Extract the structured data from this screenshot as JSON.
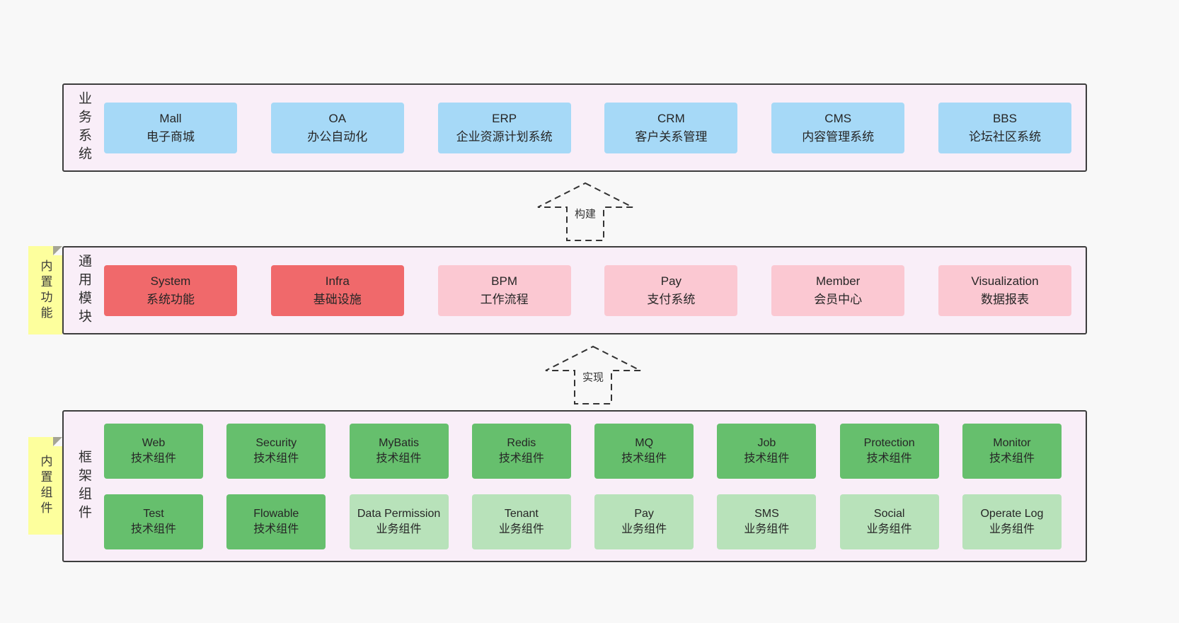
{
  "layers": {
    "business": {
      "label": "业务系统",
      "boxes": [
        {
          "title": "Mall",
          "subtitle": "电子商城"
        },
        {
          "title": "OA",
          "subtitle": "办公自动化"
        },
        {
          "title": "ERP",
          "subtitle": "企业资源计划系统"
        },
        {
          "title": "CRM",
          "subtitle": "客户关系管理"
        },
        {
          "title": "CMS",
          "subtitle": "内容管理系统"
        },
        {
          "title": "BBS",
          "subtitle": "论坛社区系统"
        }
      ]
    },
    "common": {
      "sticky": "内置功能",
      "label": "通用模块",
      "boxes": [
        {
          "title": "System",
          "subtitle": "系统功能"
        },
        {
          "title": "Infra",
          "subtitle": "基础设施"
        },
        {
          "title": "BPM",
          "subtitle": "工作流程"
        },
        {
          "title": "Pay",
          "subtitle": "支付系统"
        },
        {
          "title": "Member",
          "subtitle": "会员中心"
        },
        {
          "title": "Visualization",
          "subtitle": "数据报表"
        }
      ]
    },
    "framework": {
      "sticky": "内置组件",
      "label": "框架组件",
      "row1": [
        {
          "title": "Web",
          "subtitle": "技术组件"
        },
        {
          "title": "Security",
          "subtitle": "技术组件"
        },
        {
          "title": "MyBatis",
          "subtitle": "技术组件"
        },
        {
          "title": "Redis",
          "subtitle": "技术组件"
        },
        {
          "title": "MQ",
          "subtitle": "技术组件"
        },
        {
          "title": "Job",
          "subtitle": "技术组件"
        },
        {
          "title": "Protection",
          "subtitle": "技术组件"
        },
        {
          "title": "Monitor",
          "subtitle": "技术组件"
        }
      ],
      "row2": [
        {
          "title": "Test",
          "subtitle": "技术组件"
        },
        {
          "title": "Flowable",
          "subtitle": "技术组件"
        },
        {
          "title": "Data Permission",
          "subtitle": "业务组件"
        },
        {
          "title": "Tenant",
          "subtitle": "业务组件"
        },
        {
          "title": "Pay",
          "subtitle": "业务组件"
        },
        {
          "title": "SMS",
          "subtitle": "业务组件"
        },
        {
          "title": "Social",
          "subtitle": "业务组件"
        },
        {
          "title": "Operate Log",
          "subtitle": "业务组件"
        }
      ]
    }
  },
  "arrows": {
    "build": "构建",
    "implement": "实现"
  },
  "colors": {
    "business_box": "#a6d9f7",
    "core_module_box": "#f0696b",
    "module_box": "#fbc8d2",
    "tech_component_box": "#66bf6d",
    "biz_component_box": "#b8e2ba",
    "sticky_note": "#fdff9d",
    "layer_background": "#f9eef8",
    "page_background": "#f8f8f8"
  }
}
